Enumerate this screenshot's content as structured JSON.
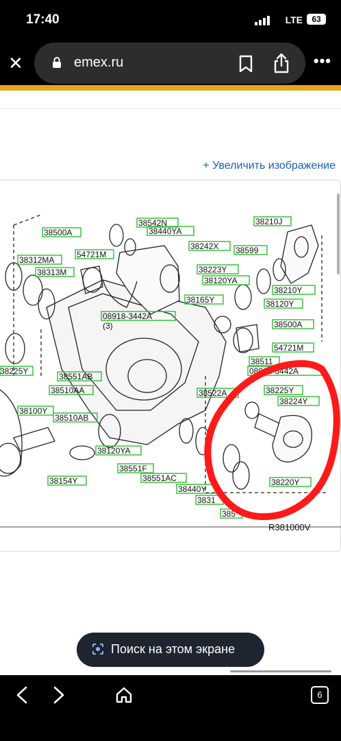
{
  "status_bar": {
    "time": "17:40",
    "network": "LTE",
    "battery": "63"
  },
  "browser": {
    "domain": "emex.ru"
  },
  "page": {
    "enlarge_link": "+ Увеличить изображение"
  },
  "diagram": {
    "ref_code": "R381000V",
    "part_labels": [
      "38500A",
      "38542N",
      "38440YA",
      "38242X",
      "38210J",
      "38599",
      "38312MA",
      "54721M",
      "38223Y",
      "38120YA",
      "38313M",
      "38165Y",
      "38210Y",
      "38120Y",
      "08918-3442A",
      "(3)",
      "38500A",
      "54721M",
      "38511",
      "38225Y",
      "38551AB",
      "08918-3442A",
      "38510AA",
      "38522A",
      "38225Y",
      "38224Y",
      "38100Y",
      "38510AB",
      "38120YA",
      "38551F",
      "38154Y",
      "38551AC",
      "38440Y",
      "38220Y",
      "3831",
      "385"
    ]
  },
  "lens_button": {
    "label": "Поиск на этом экране"
  },
  "nav": {
    "tab_count": "6"
  },
  "colors": {
    "accent": "#e8a317",
    "link": "#1a5fb4",
    "highlight_circle": "#ff1a1a",
    "label_box": "#39c23a"
  }
}
